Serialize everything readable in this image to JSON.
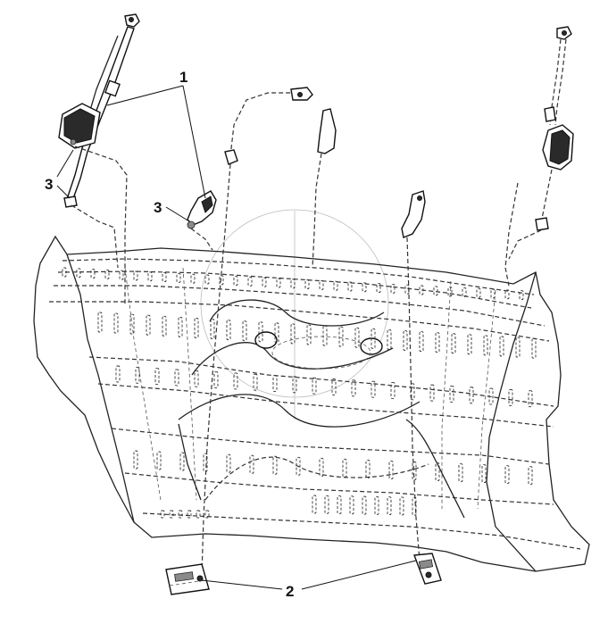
{
  "callouts": {
    "label_1": "1",
    "label_2": "2",
    "label_3_upper": "3",
    "label_3_lower": "3"
  },
  "colors": {
    "line": "#222222",
    "background": "#ffffff"
  }
}
